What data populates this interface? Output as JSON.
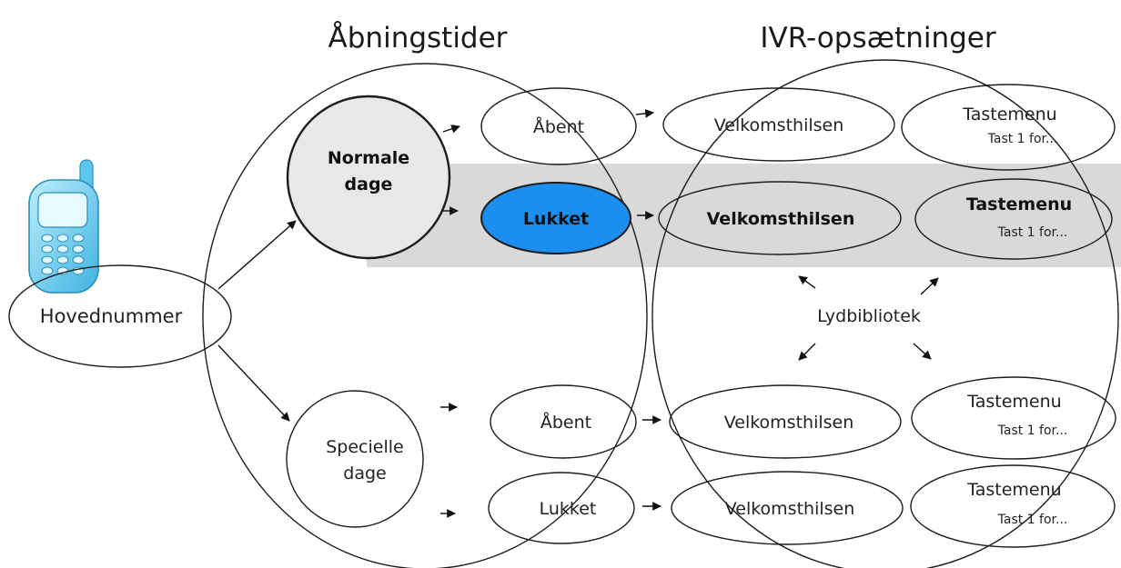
{
  "titles": {
    "left": "Åbningstider",
    "right": "IVR-opsætninger"
  },
  "colors": {
    "highlight_band": "#d9d9d9",
    "lukket_fill": "#1c8ef0",
    "normal_fill": "#e8e8e8",
    "phone_body": "#7fd4f2"
  },
  "icons": {
    "phone": "mobile-phone-icon"
  },
  "nodes": {
    "hovednummer": "Hovednummer",
    "normale_line1": "Normale",
    "normale_line2": "dage",
    "specielle_line1": "Specielle",
    "specielle_line2": "dage",
    "normal_open": "Åbent",
    "normal_closed": "Lukket",
    "special_open": "Åbent",
    "special_closed": "Lukket",
    "lydbibliotek": "Lydbibliotek"
  },
  "ivr_rows": [
    {
      "welcome": "Velkomsthilsen",
      "menu": "Tastemenu",
      "menu_sub": "Tast 1 for..."
    },
    {
      "welcome": "Velkomsthilsen",
      "menu": "Tastemenu",
      "menu_sub": "Tast 1 for..."
    },
    {
      "welcome": "Velkomsthilsen",
      "menu": "Tastemenu",
      "menu_sub": "Tast 1 for..."
    },
    {
      "welcome": "Velkomsthilsen",
      "menu": "Tastemenu",
      "menu_sub": "Tast 1 for..."
    }
  ]
}
